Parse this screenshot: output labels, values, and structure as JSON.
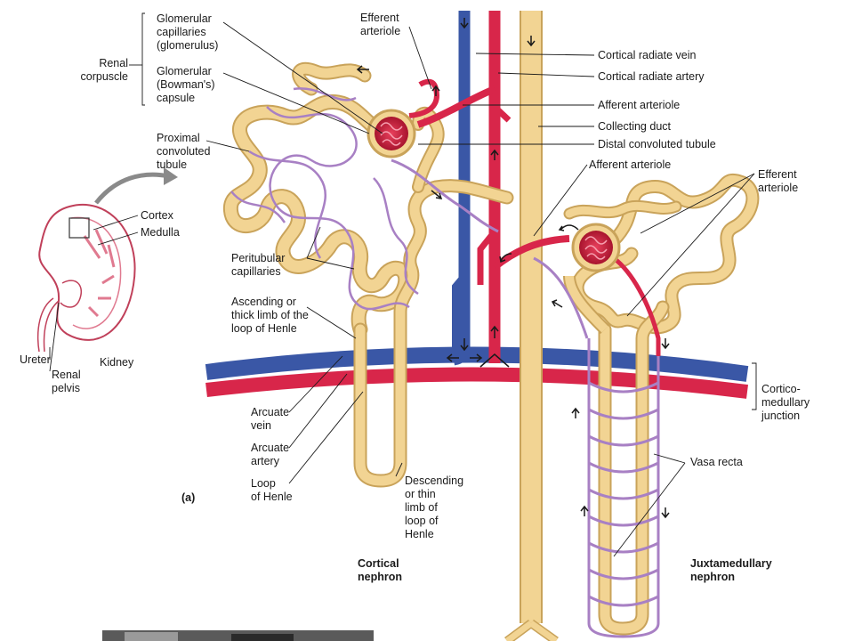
{
  "figure_tag": "(a)",
  "colors": {
    "tubule": "#f2d493",
    "tubule_edge": "#c9a35a",
    "artery": "#d8264a",
    "vein": "#3a57a6",
    "capillary": "#a880c4",
    "glomerulus": "#c8203c"
  },
  "labels": {
    "renal_corpuscle": "Renal\ncorpuscle",
    "glomerular_capillaries": "Glomerular\ncapillaries\n(glomerulus)",
    "glomerular_capsule": "Glomerular\n(Bowman's)\ncapsule",
    "efferent_arteriole_top": "Efferent\narteriole",
    "cortical_radiate_vein": "Cortical radiate vein",
    "cortical_radiate_artery": "Cortical radiate artery",
    "afferent_arteriole_top": "Afferent arteriole",
    "collecting_duct": "Collecting duct",
    "distal_convoluted_tubule": "Distal convoluted tubule",
    "afferent_arteriole_mid": "Afferent arteriole",
    "efferent_arteriole_right": "Efferent\narteriole",
    "proximal_convoluted_tubule": "Proximal\nconvoluted\ntubule",
    "cortex": "Cortex",
    "medulla": "Medulla",
    "peritubular_capillaries": "Peritubular\ncapillaries",
    "ascending_limb": "Ascending or\nthick limb of the\nloop of Henle",
    "ureter": "Ureter",
    "renal_pelvis": "Renal\npelvis",
    "kidney": "Kidney",
    "corticomedullary_junction": "Cortico-\nmedullary\njunction",
    "arcuate_vein": "Arcuate\nvein",
    "arcuate_artery": "Arcuate\nartery",
    "loop_of_henle": "Loop\nof Henle",
    "descending_limb": "Descending\nor thin\nlimb of\nloop of\nHenle",
    "vasa_recta": "Vasa recta",
    "cortical_nephron": "Cortical\nnephron",
    "juxtamedullary_nephron": "Juxtamedullary\nnephron"
  }
}
